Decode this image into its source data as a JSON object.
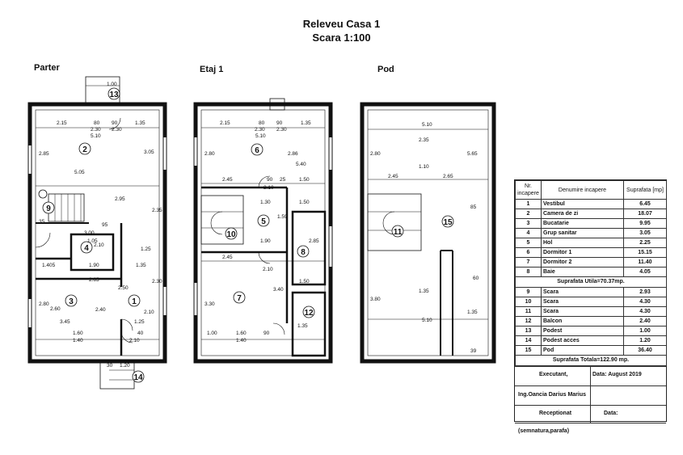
{
  "title": "Releveu Casa 1",
  "subtitle": "Scara 1:100",
  "floors": {
    "parter": "Parter",
    "etaj": "Etaj 1",
    "pod": "Pod"
  },
  "table": {
    "headers": [
      "Nr. incapere",
      "Denumire incapere",
      "Suprafata [mp]"
    ],
    "group1": [
      {
        "nr": "1",
        "name": "Vestibul",
        "area": "6.45"
      },
      {
        "nr": "2",
        "name": "Camera de zi",
        "area": "18.07"
      },
      {
        "nr": "3",
        "name": "Bucatarie",
        "area": "9.95"
      },
      {
        "nr": "4",
        "name": "Grup sanitar",
        "area": "3.05"
      },
      {
        "nr": "5",
        "name": "Hol",
        "area": "2.25"
      },
      {
        "nr": "6",
        "name": "Dormitor 1",
        "area": "15.15"
      },
      {
        "nr": "7",
        "name": "Dormitor 2",
        "area": "11.40"
      },
      {
        "nr": "8",
        "name": "Baie",
        "area": "4.05"
      }
    ],
    "utila": "Suprafata Utila=70.37mp.",
    "group2": [
      {
        "nr": "9",
        "name": "Scara",
        "area": "2.93"
      },
      {
        "nr": "10",
        "name": "Scara",
        "area": "4.30"
      },
      {
        "nr": "11",
        "name": "Scara",
        "area": "4.30"
      },
      {
        "nr": "12",
        "name": "Balcon",
        "area": "2.40"
      },
      {
        "nr": "13",
        "name": "Podest",
        "area": "1.00"
      },
      {
        "nr": "14",
        "name": "Podest acces",
        "area": "1.20"
      },
      {
        "nr": "15",
        "name": "Pod",
        "area": "36.40"
      }
    ],
    "totala": "Suprafata Totala=122.90 mp.",
    "executant": "Executant,",
    "data_label": "Data: August 2019",
    "engineer": "Ing.Oancia Darius Marius",
    "receptionat": "Receptionat",
    "data2": "Data:",
    "semnatura": "(semnatura,parafa)"
  },
  "plan": {
    "parter_rooms": [
      "1",
      "2",
      "3",
      "4",
      "9",
      "13",
      "14"
    ],
    "etaj_rooms": [
      "5",
      "6",
      "7",
      "8",
      "10",
      "12"
    ],
    "pod_rooms": [
      "11",
      "15"
    ],
    "dims_parter": [
      "2.15",
      "80",
      "90",
      "1.35",
      "2.30",
      "2.30",
      "5.10",
      "2.85",
      "5.05",
      "3.05",
      "2.95",
      "2.35",
      "35",
      "3.00",
      "1.05",
      "2.10",
      "95",
      "1.405",
      "1.90",
      "1.35",
      "1.25",
      "2.65",
      "2.50",
      "2.80",
      "2.60",
      "2.40",
      "2.30",
      "2.10",
      "3.45",
      "1.25",
      "1.60",
      "40",
      "1.40",
      "2.10",
      "30",
      "1.20",
      "1.00"
    ],
    "dims_etaj": [
      "2.15",
      "80",
      "90",
      "1.35",
      "2.30",
      "2.30",
      "5.10",
      "2.80",
      "2.86",
      "5.40",
      "2.45",
      "90",
      "25",
      "1.50",
      "2.10",
      "1.30",
      "1.50",
      "1.59",
      "1.90",
      "2.85",
      "2.45",
      "2.10",
      "1.50",
      "3.30",
      "3.40",
      "1.35",
      "1.00",
      "1.60",
      "90",
      "1.40"
    ],
    "dims_pod": [
      "5.10",
      "2.35",
      "5.65",
      "2.80",
      "1.10",
      "2.45",
      "2.65",
      "1.35",
      "3.80",
      "1.35",
      "5.10",
      "60",
      "85",
      "39"
    ]
  }
}
